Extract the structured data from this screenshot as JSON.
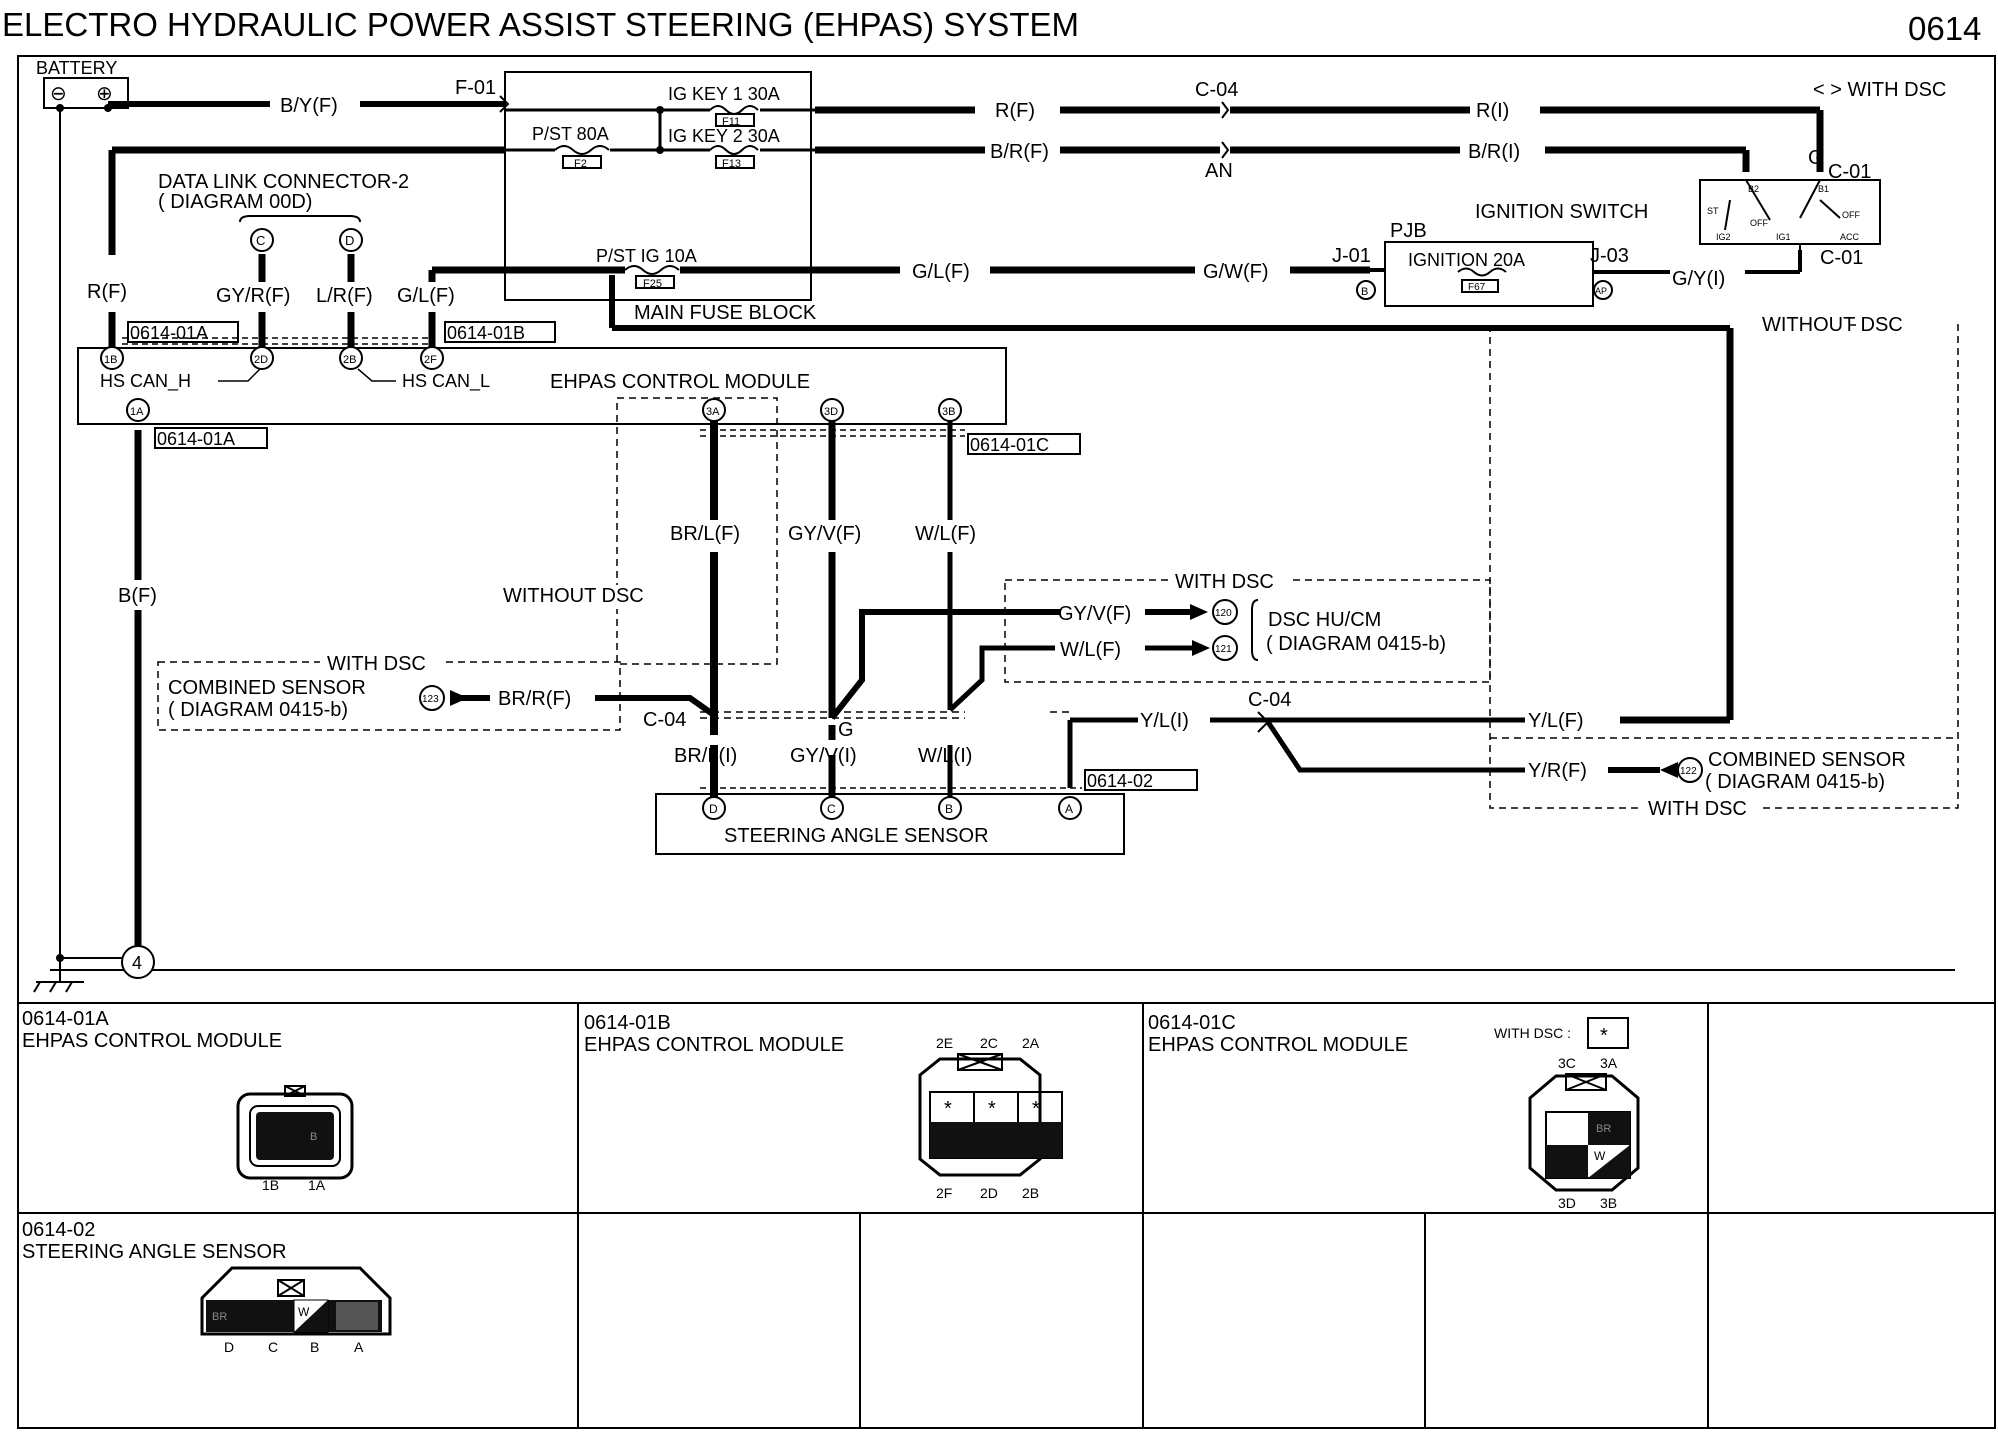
{
  "header": {
    "title": "ELECTRO HYDRAULIC POWER ASSIST STEERING (EHPAS) SYSTEM",
    "page_number": "0614"
  },
  "legend": {
    "with_dsc_bracket": "< > WITH DSC"
  },
  "components": {
    "battery": "BATTERY",
    "battery_minus": "⊖",
    "battery_plus": "⊕",
    "main_fuse_block": "MAIN FUSE BLOCK",
    "ignition_switch": "IGNITION SWITCH",
    "pjb": "PJB",
    "ignition_20a": "IGNITION 20A",
    "data_link_line1": "DATA LINK CONNECTOR-2",
    "data_link_line2": "( DIAGRAM 00D)",
    "ehpas_module": "EHPAS CONTROL MODULE",
    "hs_can_h": "HS CAN_H",
    "hs_can_l": "HS CAN_L",
    "dsc_hucm_line1": "DSC HU/CM",
    "dsc_hucm_line2": "( DIAGRAM 0415-b)",
    "combined_sensor_left_line1": "COMBINED SENSOR",
    "combined_sensor_left_line2": "( DIAGRAM 0415-b)",
    "combined_sensor_right_line1": "COMBINED SENSOR",
    "combined_sensor_right_line2": "( DIAGRAM 0415-b)",
    "steering_angle_sensor": "STEERING ANGLE SENSOR"
  },
  "fuses": {
    "ig_key1": "IG KEY 1 30A",
    "f11": "F11",
    "ig_key2": "IG KEY 2 30A",
    "f13": "F13",
    "pst_80a": "P/ST 80A",
    "f2": "F2",
    "pst_ig": "P/ST IG 10A",
    "f25": "F25",
    "f67": "F67"
  },
  "ignition_switch_terminals": {
    "b2": "B2",
    "b1": "B1",
    "st": "ST",
    "off1": "OFF",
    "off2": "OFF",
    "ig2": "IG2",
    "ig1": "IG1",
    "acc": "ACC"
  },
  "connectors": {
    "f01": "F-01",
    "c04_top": "C-04",
    "an": "AN",
    "g_top": "G",
    "c01_top": "C-01",
    "c01_bottom": "C-01",
    "j01": "J-01",
    "j03": "J-03",
    "c04_mid": "C-04",
    "g_mid": "G",
    "c04_right": "C-04",
    "ref_01a_top": "0614-01A",
    "ref_01b": "0614-01B",
    "ref_01a_bottom": "0614-01A",
    "ref_01c": "0614-01C",
    "ref_02": "0614-02"
  },
  "pins": {
    "b": "B",
    "ap": "AP",
    "c": "C",
    "d": "D",
    "p1b": "1B",
    "p2d": "2D",
    "p2b": "2B",
    "p2f": "2F",
    "p1a": "1A",
    "p3a": "3A",
    "p3d": "3D",
    "p3b": "3B",
    "p120": "120",
    "p121": "121",
    "p123": "123",
    "p122": "122",
    "sd": "D",
    "sc": "C",
    "sb": "B",
    "sa": "A",
    "ground": "4"
  },
  "wires": {
    "by_f": "B/Y(F)",
    "r_f_top": "R(F)",
    "r_i": "R(I)",
    "br_f": "B/R(F)",
    "br_i": "B/R(I)",
    "gl_f_top": "G/L(F)",
    "gw_f": "G/W(F)",
    "gy_i": "G/Y(I)",
    "r_f_left": "R(F)",
    "gyr_f": "GY/R(F)",
    "lr_f": "L/R(F)",
    "gl_f_left": "G/L(F)",
    "b_f": "B(F)",
    "brl_f": "BR/L(F)",
    "gyv_f": "GY/V(F)",
    "wl_f": "W/L(F)",
    "gyv_f_dsc": "GY/V(F)",
    "wl_f_dsc": "W/L(F)",
    "brr_f": "BR/R(F)",
    "brl_i": "BR/L(I)",
    "gyv_i": "GY/V(I)",
    "wl_i": "W/L(I)",
    "yl_i": "Y/L(I)",
    "yl_f": "Y/L(F)",
    "yr_f": "Y/R(F)"
  },
  "notes": {
    "with_dsc_1": "WITH DSC",
    "with_dsc_2": "WITH DSC",
    "with_dsc_3": "WITH DSC",
    "without_dsc_1": "WITHOUT DSC",
    "without_dsc_2": "WITHOUT DSC"
  },
  "connector_views": [
    {
      "id": "0614-01A",
      "name": "EHPAS CONTROL MODULE",
      "pins": {
        "b": "1B",
        "a": "1A"
      },
      "cell": "B"
    },
    {
      "id": "0614-01B",
      "name": "EHPAS CONTROL MODULE",
      "top": [
        "2E",
        "2C",
        "2A"
      ],
      "bottom": [
        "2F",
        "2D",
        "2B"
      ],
      "star": "*"
    },
    {
      "id": "0614-01C",
      "name": "EHPAS CONTROL MODULE",
      "with_dsc": "WITH DSC :",
      "star": "*",
      "top": [
        "3C",
        "3A"
      ],
      "bottom": [
        "3D",
        "3B"
      ],
      "br": "BR",
      "w": "W"
    },
    {
      "id": "0614-02",
      "name": "STEERING ANGLE SENSOR",
      "pins": [
        "D",
        "C",
        "B",
        "A"
      ],
      "br": "BR",
      "w": "W"
    }
  ]
}
